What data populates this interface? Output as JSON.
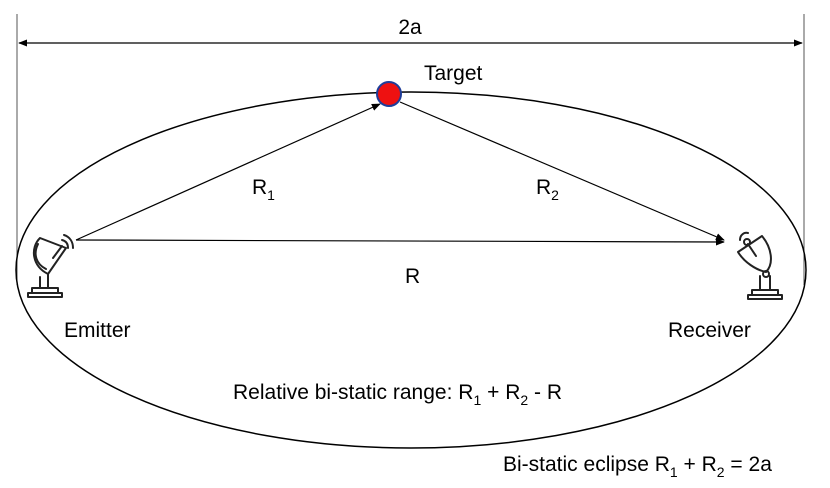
{
  "diagram": {
    "width_label": "2a",
    "target_label": "Target",
    "emitter_label": "Emitter",
    "receiver_label": "Receiver",
    "r1": {
      "base": "R",
      "sub": "1"
    },
    "r2": {
      "base": "R",
      "sub": "2"
    },
    "baseline_label": "R",
    "relative_range": {
      "prefix": "Relative bi-static range: ",
      "r1_base": "R",
      "r1_sub": "1",
      "plus": " + ",
      "r2_base": "R",
      "r2_sub": "2",
      "suffix": " - R"
    },
    "ellipse_caption": {
      "prefix": "Bi-static eclipse ",
      "r1_base": "R",
      "r1_sub": "1",
      "plus": " + ",
      "r2_base": "R",
      "r2_sub": "2",
      "suffix": " = 2a"
    },
    "icons": {
      "emitter": "satellite-dish-icon",
      "receiver": "satellite-dish-icon"
    },
    "colors": {
      "target_fill": "#ee1111",
      "target_stroke": "#1f3d99",
      "line": "#000000"
    }
  }
}
